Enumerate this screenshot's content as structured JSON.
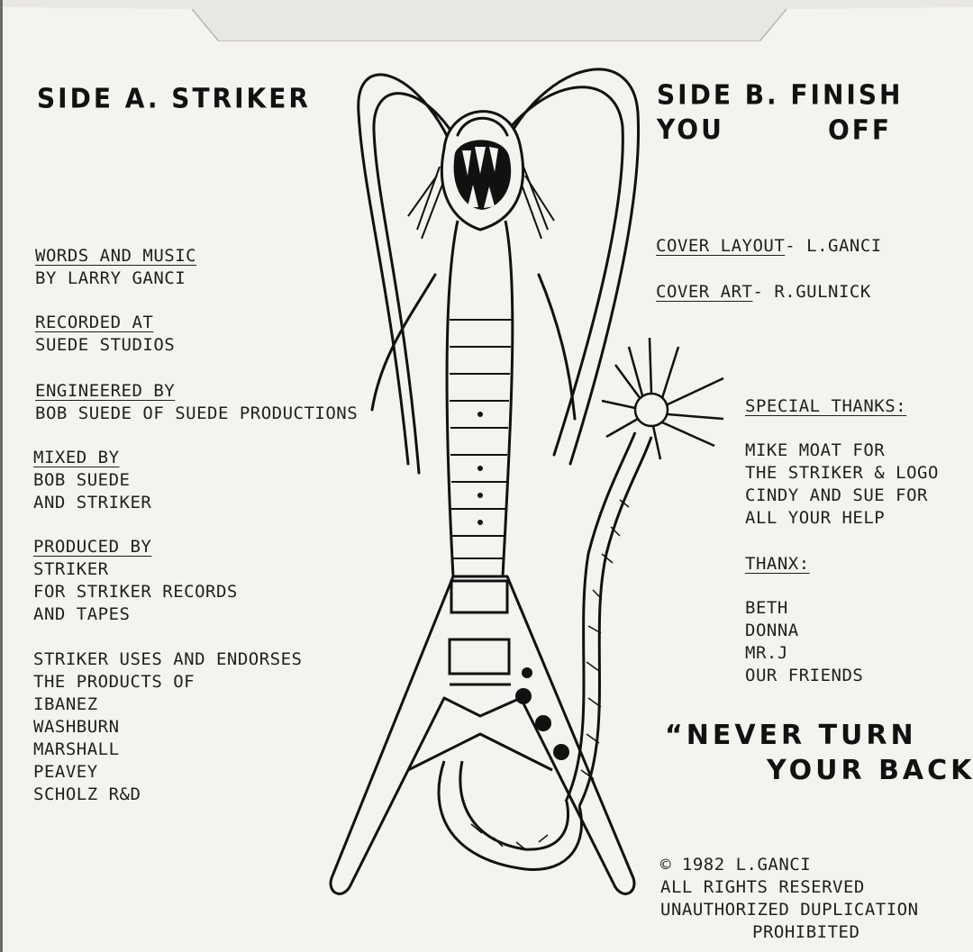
{
  "side_a": {
    "heading": "SIDE A. STRIKER"
  },
  "side_b": {
    "heading_line1": "SIDE B. FINISH YOU",
    "heading_line2": "OFF"
  },
  "credits_left": {
    "words_label": "WORDS AND MUSIC",
    "words_value": "BY LARRY GANCI",
    "recorded_label": "RECORDED AT",
    "recorded_value": "SUEDE STUDIOS",
    "engineered_label": "ENGINEERED BY",
    "engineered_value": "BOB SUEDE OF SUEDE PRODUCTIONS",
    "mixed_label": "MIXED BY",
    "mixed_value1": "BOB SUEDE",
    "mixed_value2": "AND STRIKER",
    "produced_label": "PRODUCED BY",
    "produced_value1": "STRIKER",
    "produced_value2": "FOR STRIKER RECORDS",
    "produced_value3": "AND TAPES",
    "endorse_line1": "STRIKER USES AND ENDORSES",
    "endorse_line2": "THE PRODUCTS OF",
    "brands": [
      "IBANEZ",
      "WASHBURN",
      "MARSHALL",
      "PEAVEY",
      "SCHOLZ R&D"
    ]
  },
  "credits_right": {
    "layout_label": "COVER LAYOUT",
    "layout_value": "- L.GANCI",
    "art_label": "COVER ART",
    "art_value": "- R.GULNICK",
    "thanks_label": "SPECIAL THANKS:",
    "thanks_lines": [
      "MIKE MOAT FOR",
      "THE STRIKER & LOGO",
      "CINDY AND SUE FOR",
      "ALL YOUR HELP"
    ],
    "thanx_label": "THANX:",
    "thanx_lines": [
      "BETH",
      "DONNA",
      "MR.J",
      "OUR FRIENDS"
    ]
  },
  "slogan": {
    "line1": "“NEVER TURN",
    "line2": "YOUR BACK”..."
  },
  "copyright": {
    "line1": "© 1982 L.GANCI",
    "line2": "ALL RIGHTS RESERVED",
    "line3": "UNAUTHORIZED DUPLICATION",
    "line4": "PROHIBITED"
  },
  "colors": {
    "paper": "#f4f3ef",
    "ink": "#111111"
  }
}
